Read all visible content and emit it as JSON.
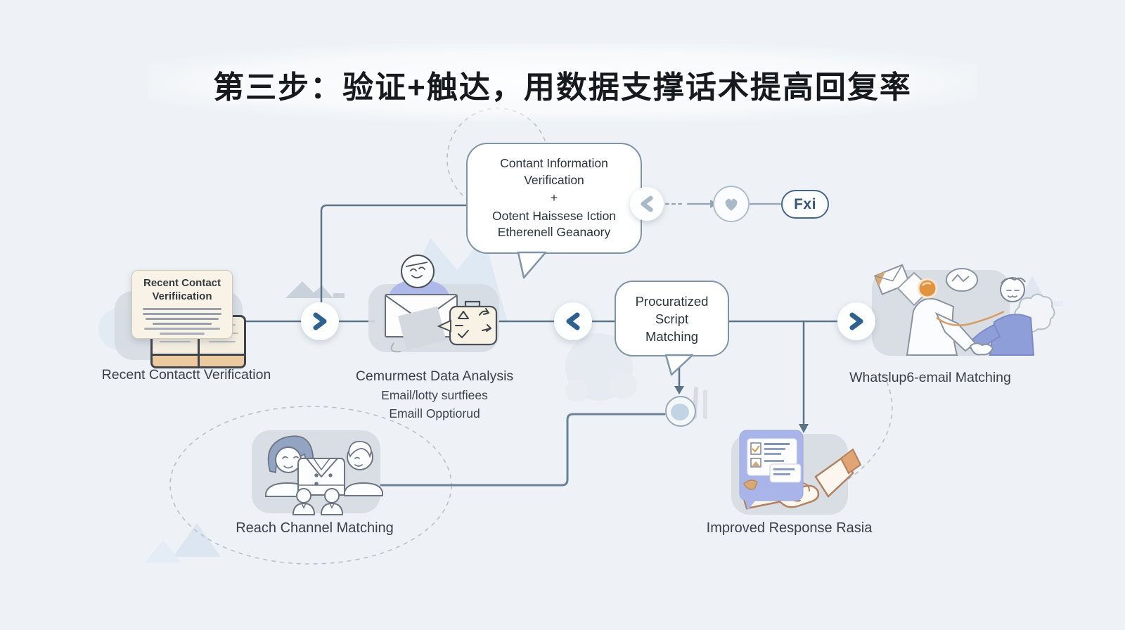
{
  "title": "第三步：验证+触达，用数据支撑话术提高回复率",
  "top_bubble": {
    "line1": "Contant Information",
    "line2": "Verification",
    "line3": "+",
    "line4": "Ootent Haissese Iction",
    "line5": "Etherenell Geanaory"
  },
  "script_bubble": {
    "line1": "Procuratized",
    "line2": "Script",
    "line3": "Matching"
  },
  "contact_node": {
    "card_line1": "Recent Contact",
    "card_line2": "Verifiication",
    "label": "Recent Contactt Verification"
  },
  "analysis_node": {
    "label": "Cemurmest Data Analysis",
    "sub1": "Email/lotty surtfiees",
    "sub2": "Emaill Opptiorud"
  },
  "whatsapp_node": {
    "label": "Whatslup6-email Matching"
  },
  "reach_node": {
    "label": "Reach Channel Matching"
  },
  "response_node": {
    "label": "Improved Response Rasia"
  },
  "fxi_pill": {
    "label": "Fxi"
  },
  "icons": {
    "forward": "chevron-right",
    "backward": "chevron-left",
    "favorite": "heart",
    "target": "filled-dot-circle"
  },
  "colors": {
    "background": "#eef2f6",
    "connector": "#5c7488",
    "accent_blue": "#2e6090",
    "muted_grey": "#a9b9c8",
    "box_fill": "#d6dbe3",
    "bubble_border": "#7e94a8",
    "cream": "#f8f3e6",
    "tan": "#ecc99e",
    "orange": "#e2933f",
    "lavender": "#a9b5e8"
  }
}
